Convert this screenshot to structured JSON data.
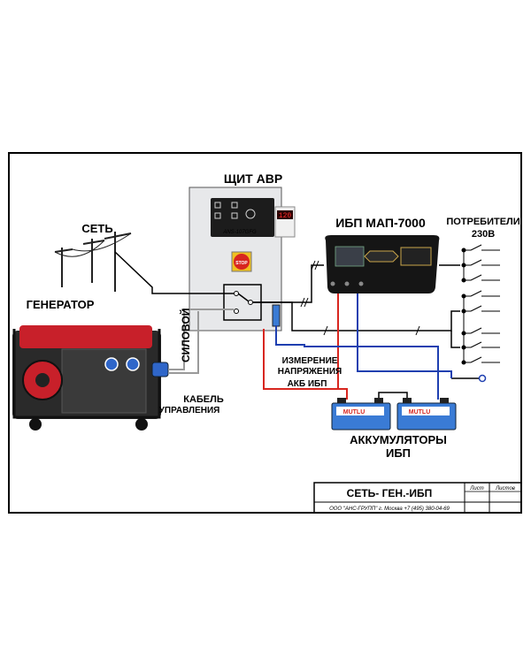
{
  "colors": {
    "red_wire": "#d8261f",
    "blue_wire": "#1e3fb0",
    "black_wire": "#000000",
    "generator_red": "#c8202a",
    "battery_blue": "#3a7bd5"
  },
  "labels": {
    "shield": "ЩИТ АВР",
    "network": "СЕТЬ",
    "generator": "ГЕНЕРАТОР",
    "ups": "ИБП МАП-7000",
    "consumers_line1": "ПОТРЕБИТЕЛИ",
    "consumers_line2": "230В",
    "power": "СИЛОВОЙ",
    "cable_line1": "КАБЕЛЬ",
    "cable_line2": "УПРАВЛЕНИЯ",
    "measure_line1": "ИЗМЕРЕНИЕ",
    "measure_line2": "НАПРЯЖЕНИЯ",
    "akb": "АКБ ИБП",
    "batteries_line1": "АККУМУЛЯТОРЫ",
    "batteries_line2": "ИБП"
  },
  "device_text": {
    "avr_model": "ANS-107GFG",
    "avr_display": "120",
    "stop_button": "STOP",
    "battery_brand": "MUTLU"
  },
  "title_block": {
    "title": "СЕТЬ- ГЕН.-ИБП",
    "sheet_label": "Лист",
    "sheets_label": "Листов",
    "company": "ООО \"АНС-ГРУПП\" г. Москва +7 (495) 380-04-69"
  }
}
